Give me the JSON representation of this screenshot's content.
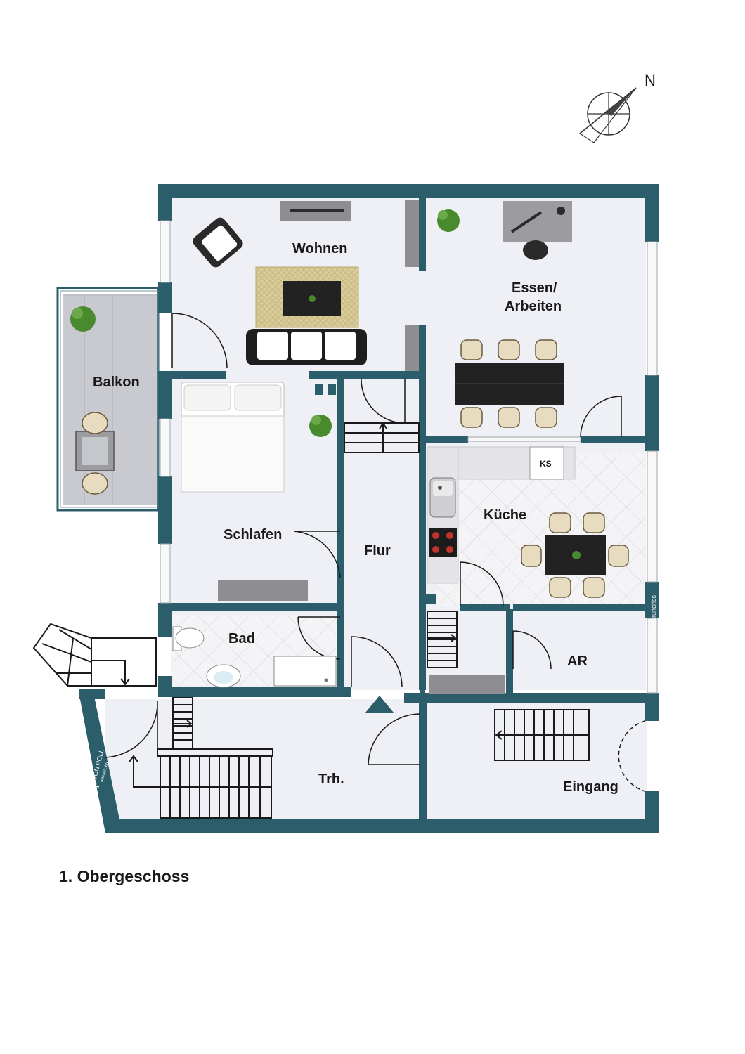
{
  "compass": {
    "label": "N",
    "icon": "north-arrow-icon"
  },
  "rooms": {
    "wohnen": "Wohnen",
    "essen_line1": "Essen/",
    "essen_line2": "Arbeiten",
    "balkon": "Balkon",
    "schlafen": "Schlafen",
    "flur": "Flur",
    "kueche": "Küche",
    "bad": "Bad",
    "ar": "AR",
    "trh": "Trh.",
    "eingang": "Eingang"
  },
  "fixtures": {
    "fridge": "KS"
  },
  "credits": {
    "plan_tool": "McGrundriss",
    "brand_mark": "VP",
    "brand_name": "VON POLL",
    "brand_sub": "IMMOBILIEN"
  },
  "floor_title": "1. Obergeschoss",
  "colors": {
    "wall": "#2b5d6b",
    "floor": "#eff0f5",
    "balcony": "#cfd0d6",
    "tile": "#f2f2f4",
    "furniture_dark": "#2a2a2a",
    "chair": "#e8dcc0",
    "plant": "#4a8a2e"
  }
}
